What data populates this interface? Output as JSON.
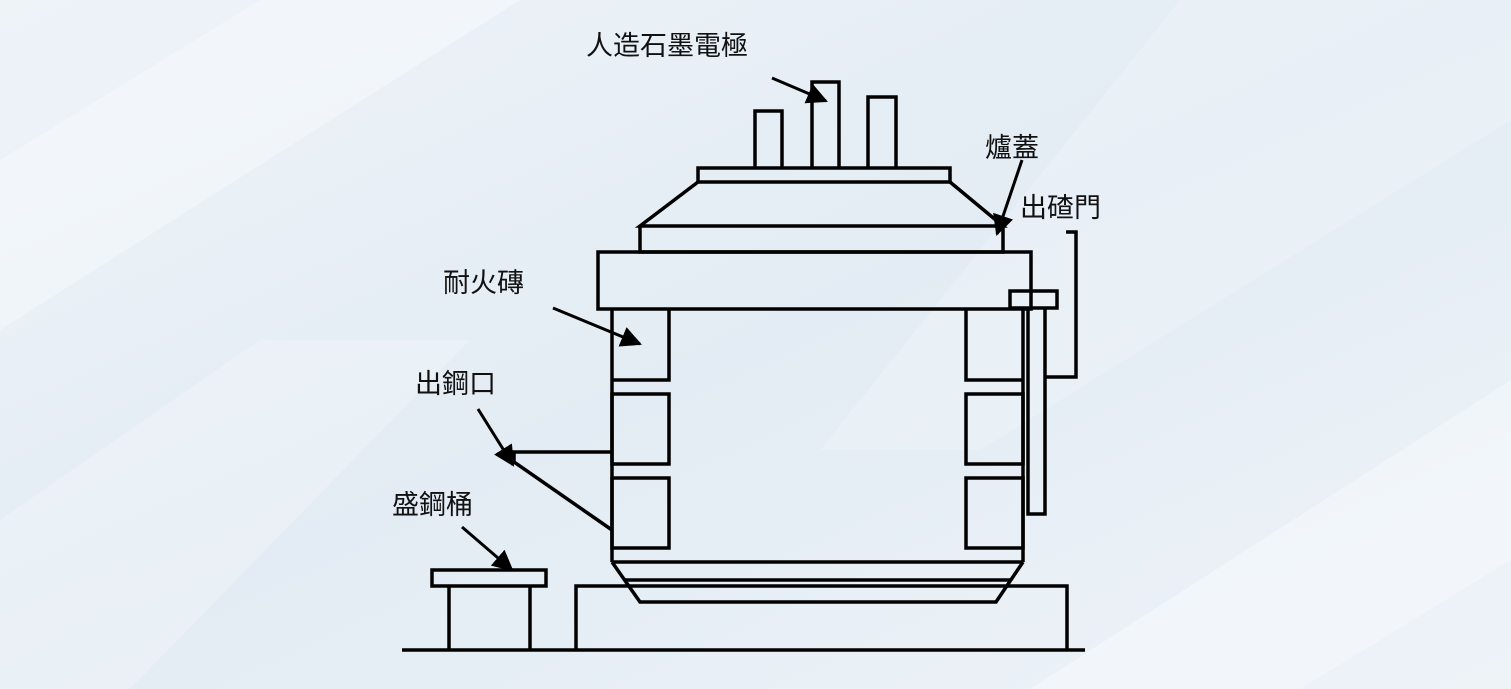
{
  "labels": {
    "electrode": "人造石墨電極",
    "furnace_lid": "爐蓋",
    "slag_door": "出碴門",
    "refractory_brick": "耐火磚",
    "tap_hole": "出鋼口",
    "ladle": "盛鋼桶"
  },
  "colors": {
    "background": "#e8f0f6",
    "line": "#000000",
    "text": "#111111"
  }
}
